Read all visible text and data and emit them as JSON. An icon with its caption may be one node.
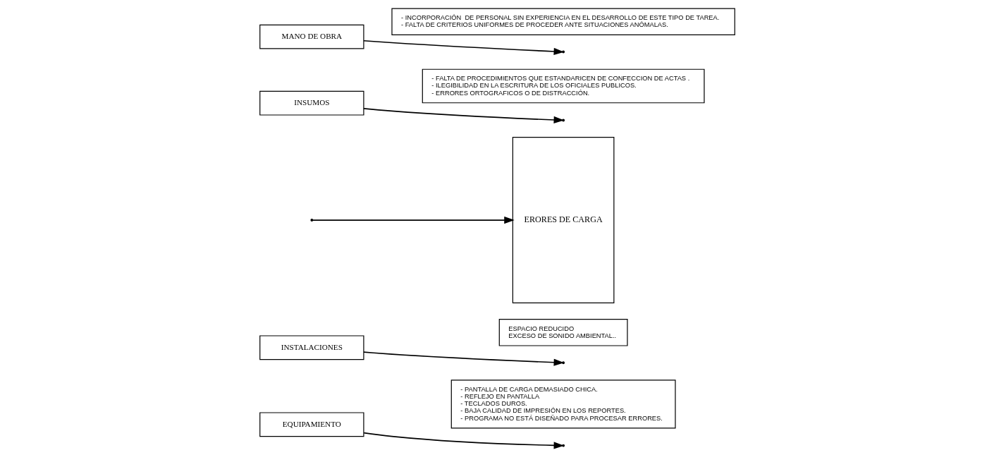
{
  "diagram": {
    "nodes": [
      {
        "text": [
          "EQUIPAMIENTO"
        ]
      },
      {
        "text": [
          "INSTALACIONES"
        ]
      },
      {
        "text": [
          "- PANTALLA DE CARGA DEMASIADO CHICA.",
          "- REFLEJO EN PANTALLA",
          "- TECLADOS DUROS.",
          "- BAJA CALIDAD DE IMPRESIÓN EN LOS REPORTES.",
          "- PROGRAMA NO ESTÁ DISEÑADO PARA PROCESAR ERRORES."
        ]
      },
      {
        "text": [
          "ESPACIO REDUCIDO",
          "EXCESO DE SONIDO AMBIENTAL.."
        ]
      },
      {
        "text": [
          "ERORES DE CARGA"
        ]
      },
      {
        "text": [
          "- FALTA DE PROCEDIMIENTOS QUE ESTANDARICEN DE CONFECCION DE ACTAS .",
          "- ILEGIBILIDAD EN LA ESCRITURA DE LOS OFICIALES PUBLICOS.",
          "- ERRORES ORTOGRAFICOS O DE DISTRACCIÓN."
        ]
      },
      {
        "text": [
          "- INCORPORACIÓN  DE PERSONAL SIN EXPERIENCIA EN EL DESARROLLO DE ESTE TIPO DE TAREA.",
          "- FALTA DE CRITERIOS UNIFORMES DE PROCEDER ANTE SITUACIONES ANÓMALAS."
        ]
      },
      {
        "text": [
          "INSUMOS"
        ]
      },
      {
        "text": [
          "MANO DE OBRA"
        ]
      }
    ],
    "edges": [
      {
        "from": null,
        "to": 4,
        "arrow": "to"
      },
      {
        "from": 0,
        "to": null,
        "arrow": "to"
      },
      {
        "from": 1,
        "to": null,
        "arrow": "to"
      },
      {
        "from": 7,
        "to": null,
        "arrow": "to"
      },
      {
        "from": 8,
        "to": null,
        "arrow": "to"
      }
    ]
  }
}
